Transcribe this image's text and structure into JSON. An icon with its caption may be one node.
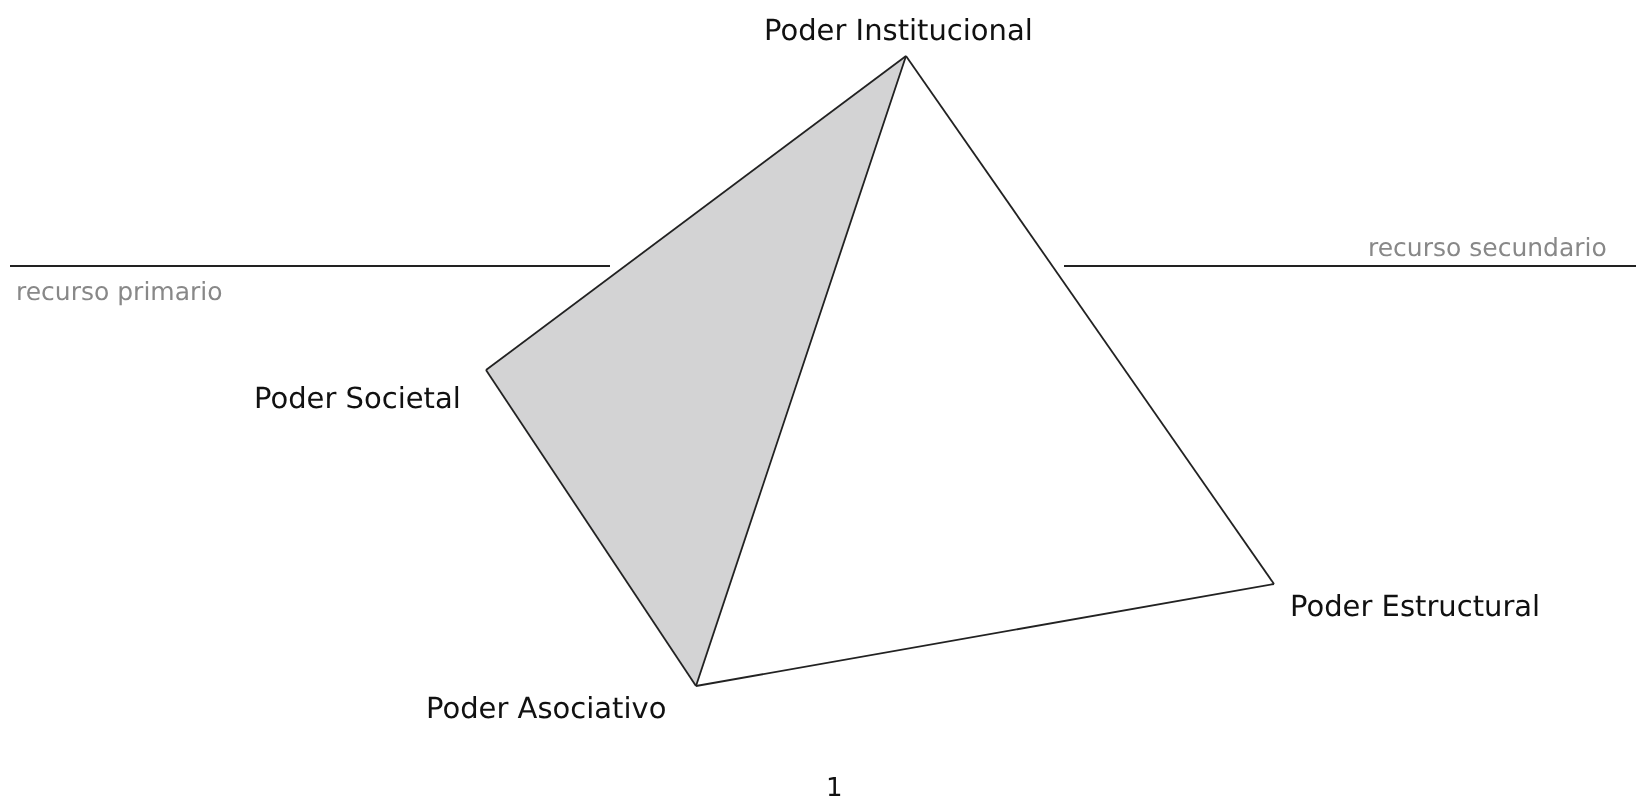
{
  "diagram": {
    "nodes": [
      {
        "text": [
          "Poder Institucional"
        ]
      },
      {
        "text": [
          "Poder Societal"
        ]
      },
      {
        "text": [
          "Poder Asociativo"
        ]
      },
      {
        "text": [
          "Poder Estructural"
        ]
      }
    ],
    "edges": [
      {
        "from": 0,
        "to": 1,
        "arrow": "none"
      },
      {
        "from": 0,
        "to": 2,
        "arrow": "none"
      },
      {
        "from": 0,
        "to": 3,
        "arrow": "none"
      },
      {
        "from": 1,
        "to": 2,
        "arrow": "none"
      },
      {
        "from": 2,
        "to": 3,
        "arrow": "none"
      }
    ],
    "labels": [
      "recurso secundario",
      "recurso primario",
      "1"
    ]
  }
}
